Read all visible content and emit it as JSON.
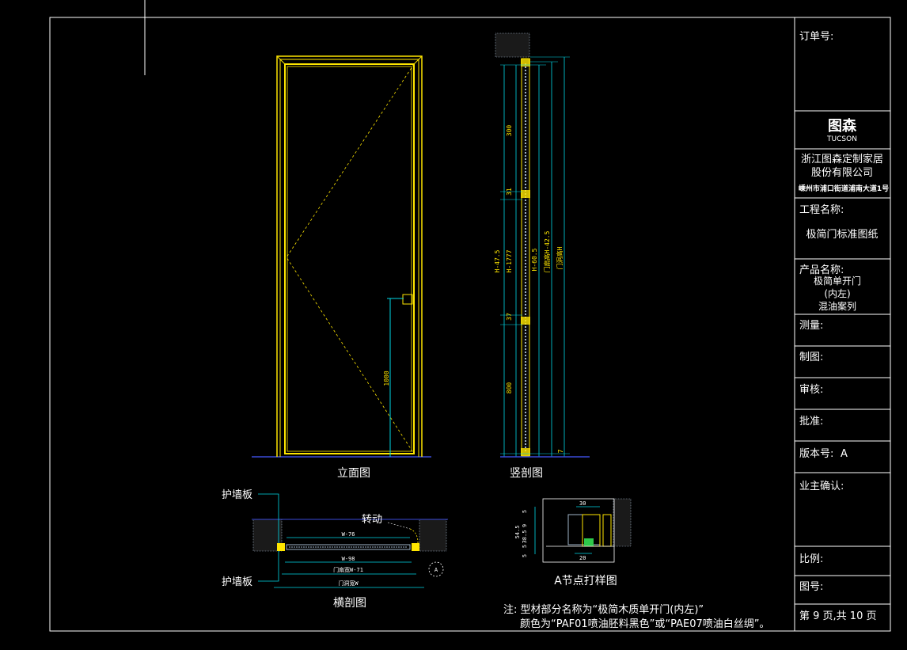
{
  "title_block": {
    "order_no_label": "订单号:",
    "brand_cn": "图森",
    "brand_en": "TUCSON",
    "company_line1": "浙江图森定制家居",
    "company_line2": "股份有限公司",
    "company_address": "嵊州市浦口街道浦南大道1号",
    "project_label": "工程名称:",
    "project_value": "极简门标准图纸",
    "product_label": "产品名称:",
    "product_line1": "极简单开门",
    "product_line2": "(内左)",
    "product_line3": "混油案列",
    "measure_label": "测量:",
    "drafter_label": "制图:",
    "review_label": "审核:",
    "approve_label": "批准:",
    "version_label": "版本号:",
    "version_value": "A",
    "owner_label": "业主确认:",
    "scale_label": "比例:",
    "drawing_no_label": "图号:",
    "page_info": "第 9 页,共 10 页"
  },
  "views": {
    "elevation_caption": "立面图",
    "vertical_section_caption": "竖剖图",
    "horizontal_section_caption": "横剖图",
    "node_caption": "A节点打样图"
  },
  "annotations": {
    "wall_panel_top": "护墙板",
    "wall_panel_bottom": "护墙板",
    "rotate": "转动",
    "node_marker": "A"
  },
  "dimensions": {
    "handle_height": "1000",
    "vs_top": "300",
    "vs_hinge_top": "31",
    "vs_h_minus": "H-47.5",
    "vs_h_1777": "H-1777",
    "vs_hinge_low": "37",
    "vs_bottom": "800",
    "vs_h_60": "H-60.5",
    "vs_leaf_h": "门扇高H-42.5",
    "vs_door_h": "门洞高H",
    "vs_gap": "7",
    "hs_w76": "W-76",
    "hs_w98": "W-98",
    "hs_leaf_w": "门扇宽W-71",
    "hs_door_w": "门洞宽W",
    "node_30": "30",
    "node_5a": "5",
    "node_54": "54.5",
    "node_9": "9",
    "node_385": "38.5",
    "node_5b": "5",
    "node_5c": "5",
    "node_20": "20"
  },
  "notes": {
    "line1": "注: 型材部分名称为“极简木质单开门(内左)”",
    "line2": "颜色为“PAF01喷油胚料黑色”或“PAE07喷油白丝绸”。"
  },
  "colors": {
    "background": "#000000",
    "frame_line": "#ffffff",
    "door_yellow": "#ffe600",
    "dimension_cyan": "#00d7e6",
    "floor_blue": "#3a4ad8"
  }
}
